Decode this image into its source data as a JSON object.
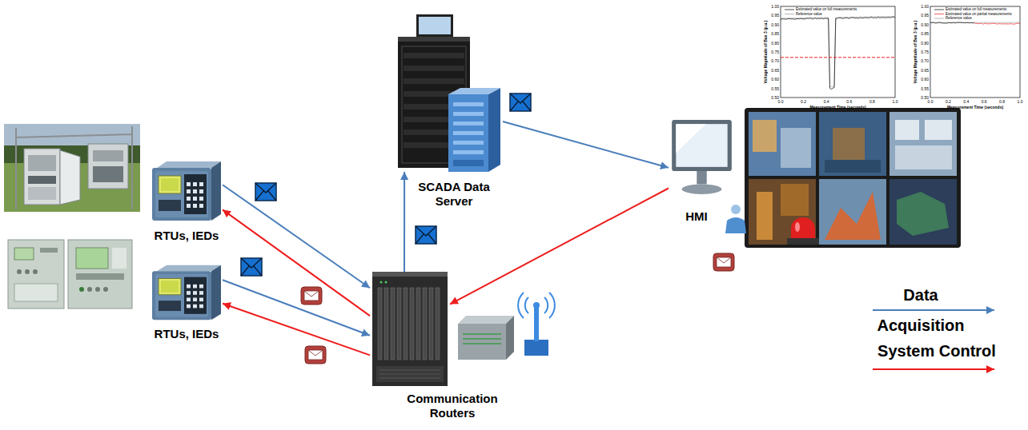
{
  "diagram": {
    "nodes": [
      {
        "text": [
          "RTUs, IEDs"
        ]
      },
      {
        "text": [
          "RTUs, IEDs"
        ]
      },
      {
        "text": [
          "SCADA Data Server"
        ]
      },
      {
        "text": [
          "Communication Routers"
        ]
      },
      {
        "text": [
          "HMI"
        ]
      }
    ],
    "edges": [
      {
        "from": 0,
        "to": 3,
        "arrow": "to"
      },
      {
        "from": 3,
        "to": 0,
        "arrow": "to"
      },
      {
        "from": 1,
        "to": 3,
        "arrow": "to"
      },
      {
        "from": 3,
        "to": 1,
        "arrow": "to"
      },
      {
        "from": 3,
        "to": 2,
        "arrow": "to"
      },
      {
        "from": 2,
        "to": 4,
        "arrow": "to"
      },
      {
        "from": 4,
        "to": 3,
        "arrow": "to"
      }
    ],
    "labels": [
      "Estimated value on full measurements",
      "Reference value",
      "Voltage Magnitude of Bus 3 (p.u.)",
      "1.00",
      "0.95",
      "0.90",
      "0.85",
      "0.80",
      "0.75",
      "0.70",
      "0.65",
      "0.60",
      "0.55",
      "0.50",
      "0.0",
      "0.2",
      "0.4",
      "0.6",
      "0.8",
      "1.0",
      "Measurement Time (seconds)",
      "Estimated value on full measurements",
      "Estimated value on partial measurements",
      "Reference value",
      "Voltage Magnitude of Bus 3 (p.u.)",
      "1.00",
      "0.95",
      "0.90",
      "0.85",
      "0.80",
      "0.75",
      "0.70",
      "0.65",
      "0.60",
      "0.55",
      "0.50",
      "0.0",
      "0.2",
      "0.4",
      "0.6",
      "0.8",
      "1.0",
      "Measurement Time (seconds)"
    ],
    "legend": [
      {
        "text": "Data Acquisition"
      },
      {
        "text": "System Control"
      }
    ]
  }
}
